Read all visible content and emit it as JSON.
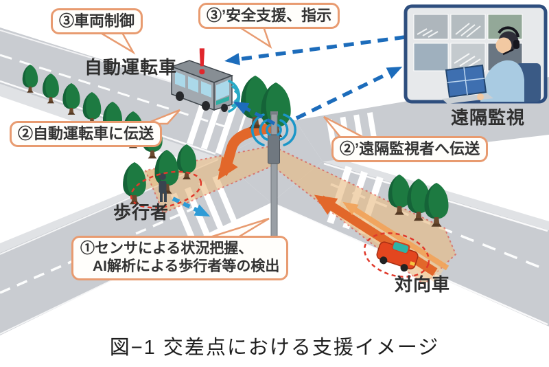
{
  "figure": {
    "caption": "図−1  交差点における支援イメージ"
  },
  "callouts": {
    "vehicle_control": "③車両制御",
    "safety_support": "③’安全支援、指示",
    "send_to_vehicle": "②自動運転車に伝送",
    "send_to_monitor": "②’遠隔監視者へ伝送",
    "sensor_line1": "①センサによる状況把握、",
    "sensor_line2": "AI解析による歩行者等の検出"
  },
  "labels": {
    "autonomous_vehicle": "自動運転車",
    "remote_monitoring": "遠隔監視",
    "pedestrian": "歩行者",
    "oncoming_vehicle": "対向車",
    "alert_mark": "！"
  },
  "colors": {
    "callout_border": "#e89b70",
    "road_gray": "#c9ccd1",
    "detection_tan": "#e9ba80",
    "detection_red": "#e04030",
    "arrow_blue": "#1c6cbb",
    "arrow_orange": "#e2672a",
    "tree_green": "#1d7a41",
    "monitor_frame": "#2e4e7e",
    "alert_red": "#e0262c"
  }
}
